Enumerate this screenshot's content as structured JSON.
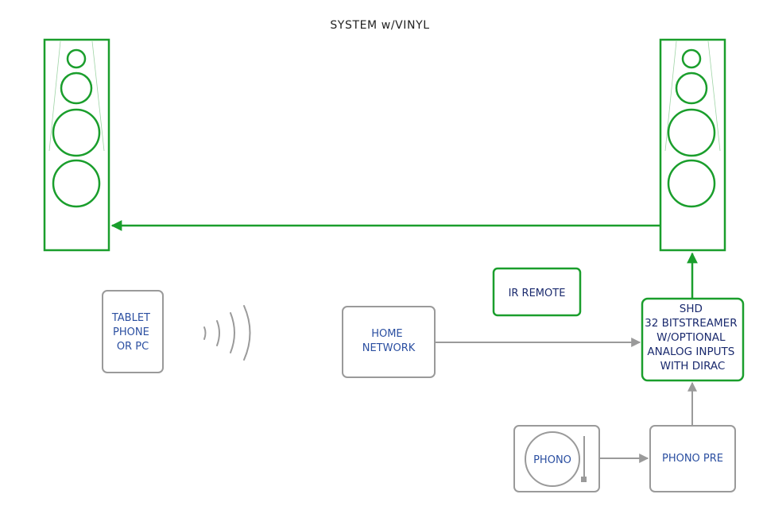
{
  "title": "SYSTEM w/VINYL",
  "colors": {
    "green": "#1a9e2c",
    "gray": "#9a9a9a",
    "blue_text": "#2b4fa1",
    "navy_text": "#1a2a6e"
  },
  "nodes": {
    "left_speaker": {
      "icon": "speaker-icon"
    },
    "right_speaker": {
      "icon": "speaker-icon"
    },
    "tablet": {
      "lines": [
        "TABLET",
        "PHONE",
        "OR PC"
      ]
    },
    "wireless": {
      "icon": "wifi-signal-icon"
    },
    "home_network": {
      "lines": [
        "HOME",
        "NETWORK"
      ]
    },
    "ir_remote": {
      "label": "IR REMOTE"
    },
    "shd": {
      "lines": [
        "SHD",
        "32 BITSTREAMER",
        "W/OPTIONAL",
        "ANALOG INPUTS",
        "WITH DIRAC"
      ]
    },
    "turntable": {
      "label": "PHONO",
      "icon": "turntable-icon"
    },
    "phono_pre": {
      "label": "PHONO PRE"
    }
  },
  "connections": [
    {
      "from": "right_speaker",
      "to": "left_speaker",
      "color": "green"
    },
    {
      "from": "shd",
      "to": "right_speaker",
      "color": "green"
    },
    {
      "from": "home_network",
      "to": "shd",
      "color": "gray"
    },
    {
      "from": "phono_pre",
      "to": "shd",
      "color": "gray"
    },
    {
      "from": "turntable",
      "to": "phono_pre",
      "color": "gray"
    }
  ]
}
